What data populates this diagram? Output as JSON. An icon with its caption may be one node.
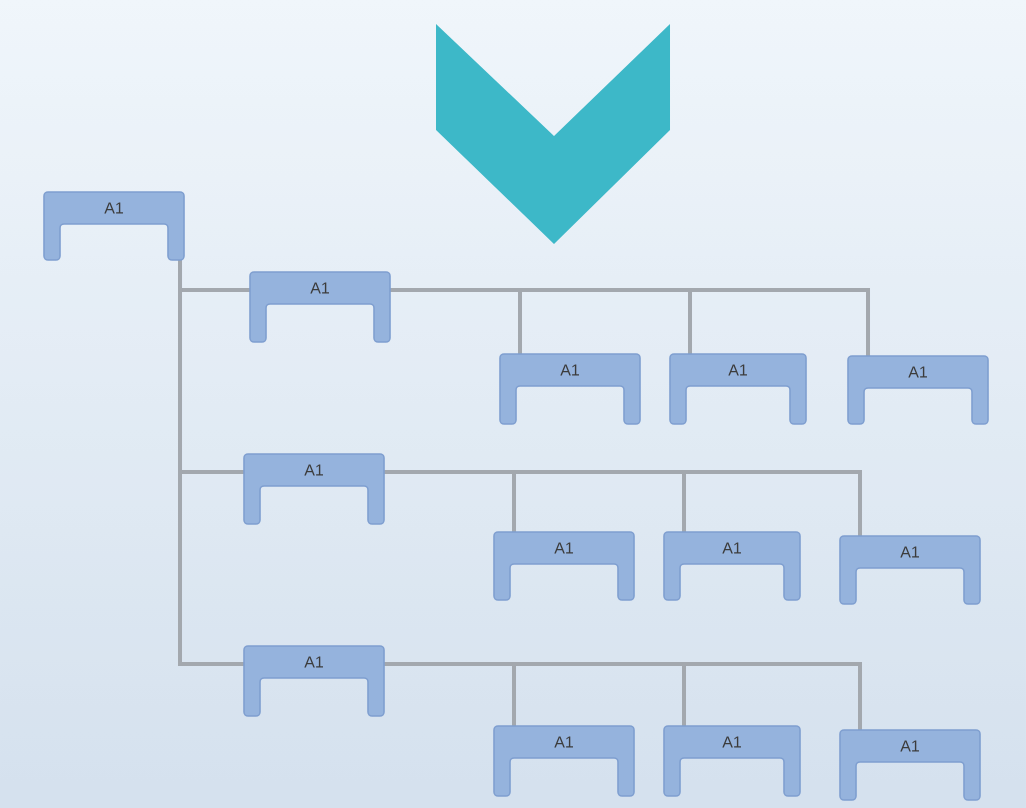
{
  "diagram": {
    "nodes": [
      {
        "text": [
          "A1"
        ]
      },
      {
        "text": [
          "A1"
        ]
      },
      {
        "text": [
          "A1"
        ]
      },
      {
        "text": [
          "A1"
        ]
      },
      {
        "text": [
          "A1"
        ]
      },
      {
        "text": [
          "A1"
        ]
      },
      {
        "text": [
          "A1"
        ]
      },
      {
        "text": [
          "A1"
        ]
      },
      {
        "text": [
          "A1"
        ]
      },
      {
        "text": [
          "A1"
        ]
      },
      {
        "text": [
          "A1"
        ]
      },
      {
        "text": [
          "A1"
        ]
      },
      {
        "text": [
          "A1"
        ]
      }
    ],
    "edges": [
      {
        "from": 0,
        "to": 1,
        "arrow": "none"
      },
      {
        "from": 1,
        "to": 2,
        "arrow": "none"
      },
      {
        "from": 1,
        "to": 3,
        "arrow": "none"
      },
      {
        "from": 1,
        "to": 4,
        "arrow": "none"
      },
      {
        "from": 0,
        "to": 5,
        "arrow": "none"
      },
      {
        "from": 5,
        "to": 6,
        "arrow": "none"
      },
      {
        "from": 5,
        "to": 7,
        "arrow": "none"
      },
      {
        "from": 5,
        "to": 8,
        "arrow": "none"
      },
      {
        "from": 0,
        "to": 9,
        "arrow": "none"
      },
      {
        "from": 9,
        "to": 10,
        "arrow": "none"
      },
      {
        "from": 9,
        "to": 11,
        "arrow": "none"
      },
      {
        "from": 9,
        "to": 12,
        "arrow": "none"
      }
    ]
  }
}
